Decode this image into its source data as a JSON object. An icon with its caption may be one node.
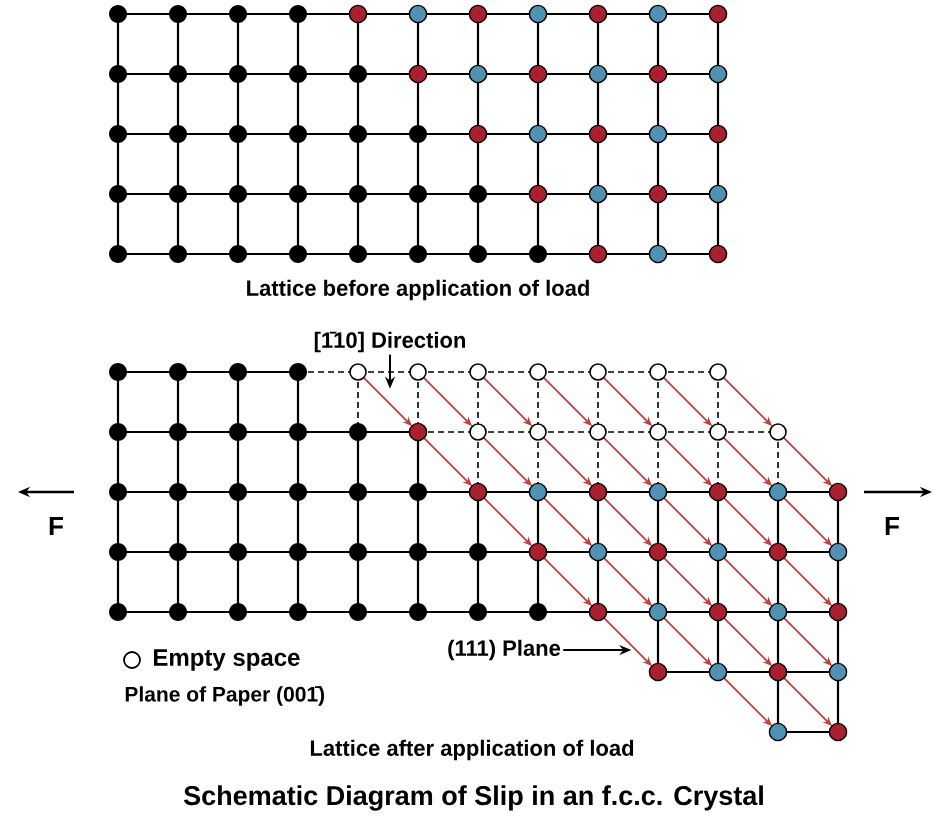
{
  "diagram": {
    "caption": "Schematic Diagram of Slip in an f.c.c. Crystal",
    "nodes": [
      {
        "text": [
          "[1̄10] Direction"
        ]
      },
      {
        "text": [
          "(111) Plane"
        ]
      }
    ],
    "edges": [
      {
        "from": 0,
        "to": null,
        "arrow": "to"
      },
      {
        "from": 1,
        "to": null,
        "arrow": "to"
      }
    ],
    "labels": [
      "Lattice before application of load",
      "F",
      "F",
      "Plane of Paper (001̄)",
      "Lattice after application of load"
    ],
    "legend": [
      {
        "text": "Empty space"
      }
    ]
  }
}
